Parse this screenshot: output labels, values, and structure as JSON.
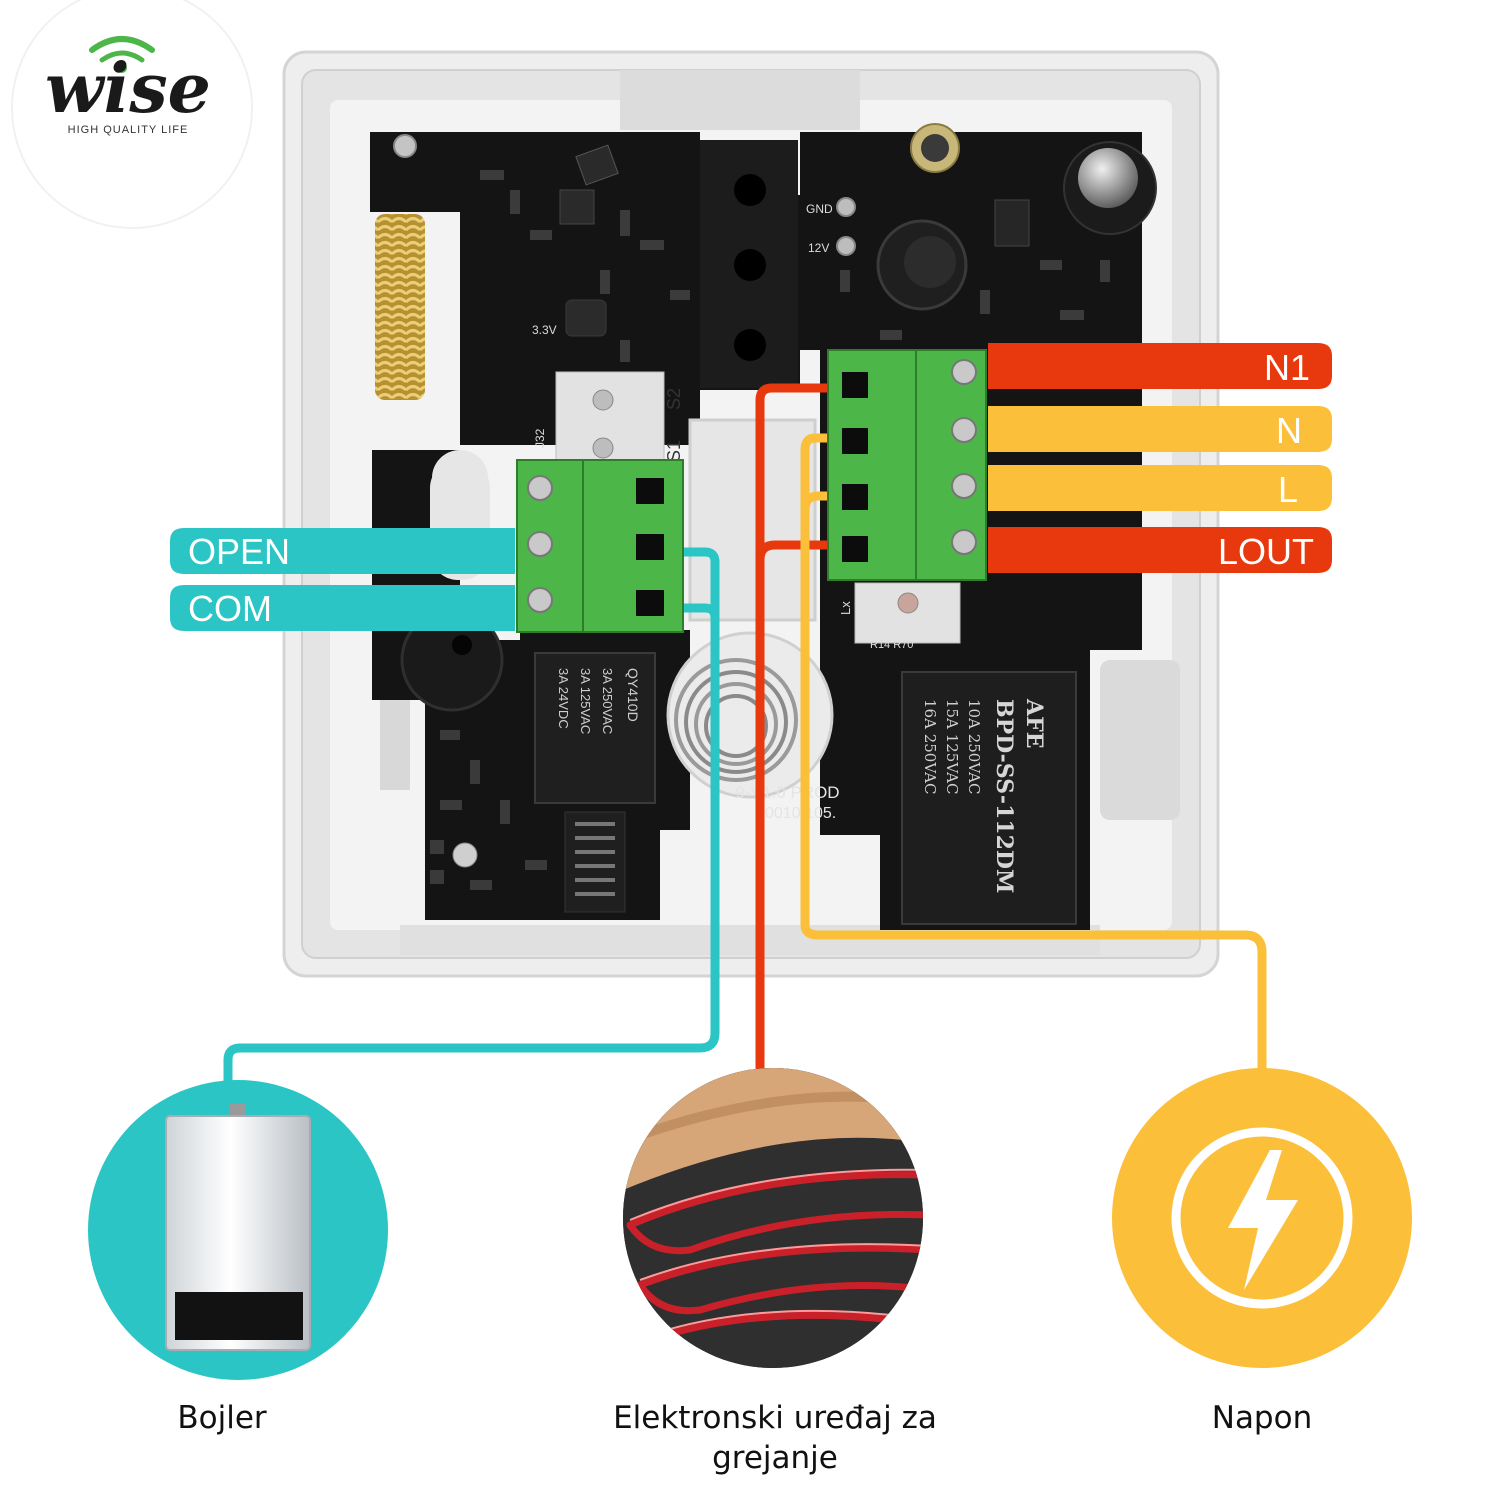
{
  "brand": {
    "name": "wise",
    "tagline": "HIGH QUALITY LIFE"
  },
  "colors": {
    "teal": "#2cc5c5",
    "red": "#e8380d",
    "yellow": "#fbbf3a",
    "terminal_green": "#4cb649",
    "pcb": "#141414",
    "housing": "#e9e9e9"
  },
  "terminals": {
    "left": [
      "OPEN",
      "COM"
    ],
    "right": [
      "N1",
      "N",
      "L",
      "LOUT"
    ]
  },
  "pcb_markings": {
    "gnd": "GND",
    "v12": "12V",
    "v33": "3.3V",
    "s1": "S1",
    "s2": "S2",
    "j32": "J32",
    "lx": "Lx",
    "r14": "R14 R70",
    "prod": "-9-V1.0 PROD",
    "prod_code": "0010 105.",
    "relay1_brand": "AFE",
    "relay1_model": "BPD-SS-112DM",
    "relay1_lines": [
      "10A 250VAC",
      "15A 125VAC",
      "16A 250VAC"
    ],
    "relay2_model": "QY410D",
    "relay2_lines": [
      "3A 250VAC",
      "3A 125VAC",
      "3A 24VDC"
    ]
  },
  "devices": [
    {
      "label": "Bojler",
      "icon": "boiler-icon"
    },
    {
      "label_line1": "Elektronski uređaj za",
      "label_line2": "grejanje",
      "icon": "floor-heating-icon"
    },
    {
      "label": "Napon",
      "icon": "lightning-icon"
    }
  ]
}
